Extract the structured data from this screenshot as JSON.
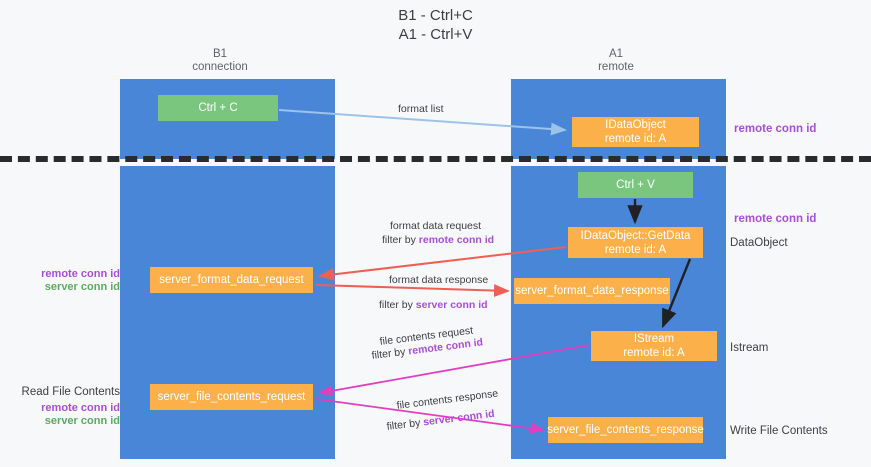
{
  "title": {
    "line1": "B1 - Ctrl+C",
    "line2": "A1 - Ctrl+V"
  },
  "columns": [
    {
      "name": "B1",
      "role": "connection"
    },
    {
      "name": "A1",
      "role": "remote"
    }
  ],
  "nodes": {
    "ctrl_c": {
      "line1": "Ctrl + C",
      "line2": "",
      "color": "#7bc67e"
    },
    "idataobject": {
      "line1": "IDataObject",
      "line2": "remote id: A",
      "color": "#fbb04a"
    },
    "ctrl_v": {
      "line1": "Ctrl + V",
      "line2": "",
      "color": "#7bc67e"
    },
    "getdata": {
      "line1": "IDataObject::GetData",
      "line2": "remote id: A",
      "color": "#fbb04a"
    },
    "format_data_request": {
      "line1": "server_format_data_request",
      "line2": "",
      "color": "#fbb04a"
    },
    "format_data_response": {
      "line1": "server_format_data_response",
      "line2": "",
      "color": "#fbb04a"
    },
    "istream": {
      "line1": "IStream",
      "line2": "remote id: A",
      "color": "#fbb04a"
    },
    "file_contents_request": {
      "line1": "server_file_contents_request",
      "line2": "",
      "color": "#fbb04a"
    },
    "file_contents_response": {
      "line1": "server_file_contents_response",
      "line2": "",
      "color": "#fbb04a"
    }
  },
  "edges": [
    {
      "id": "format_list",
      "label": "format list",
      "filter_prefix": "",
      "filter_key": ""
    },
    {
      "id": "format_data_request",
      "label": "format data request",
      "filter_prefix": "filter by ",
      "filter_key": "remote conn id"
    },
    {
      "id": "format_data_response",
      "label": "format data response",
      "filter_prefix": "filter by ",
      "filter_key": "server conn id"
    },
    {
      "id": "file_contents_request",
      "label": "file contents request",
      "filter_prefix": "filter by ",
      "filter_key": "remote conn id"
    },
    {
      "id": "file_contents_response",
      "label": "file contents response",
      "filter_prefix": "filter by ",
      "filter_key": "server conn id"
    }
  ],
  "side_labels": {
    "remote_conn_id_top": "remote conn id",
    "remote_conn_id_mid": "remote conn id",
    "dataobject": "DataObject",
    "istream": "Istream",
    "write_file_contents": "Write File Contents",
    "read_file_contents": "Read File Contents",
    "remote_conn_id": "remote conn id",
    "server_conn_id": "server conn id"
  },
  "colors": {
    "lane": "#4a86d8",
    "green_node": "#7bc67e",
    "orange_node": "#fbb04a",
    "purple_text": "#a84fd3",
    "green_text": "#5aab5e",
    "blue_arrow": "#9cc3ea",
    "red_arrow": "#ef5f54",
    "magenta_arrow": "#e23ec0",
    "black_arrow": "#202124",
    "background": "#f7f8fa"
  }
}
